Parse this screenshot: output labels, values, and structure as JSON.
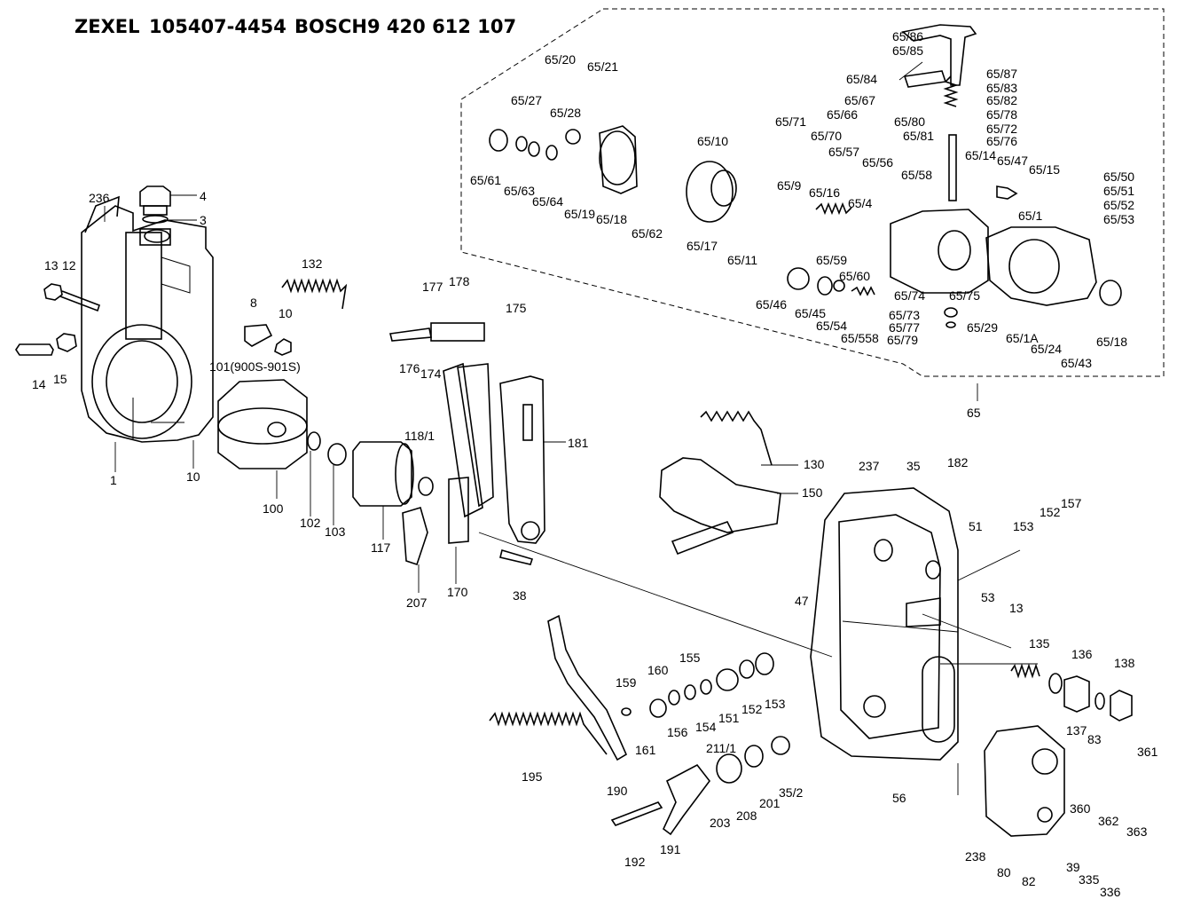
{
  "header": {
    "maker1": "ZEXEL",
    "part1": "105407-4454",
    "maker2": "BOSCH",
    "part2": "9 420 612 107"
  },
  "callouts": [
    {
      "id": "c-4",
      "text": "4"
    },
    {
      "id": "c-3",
      "text": "3"
    },
    {
      "id": "c-236",
      "text": "236"
    },
    {
      "id": "c-13a",
      "text": "13"
    },
    {
      "id": "c-12",
      "text": "12"
    },
    {
      "id": "c-14",
      "text": "14"
    },
    {
      "id": "c-15",
      "text": "15"
    },
    {
      "id": "c-1",
      "text": "1"
    },
    {
      "id": "c-10a",
      "text": "10"
    },
    {
      "id": "c-132",
      "text": "132"
    },
    {
      "id": "c-8",
      "text": "8"
    },
    {
      "id": "c-10b",
      "text": "10"
    },
    {
      "id": "c-101",
      "text": "101(900S-901S)"
    },
    {
      "id": "c-100",
      "text": "100"
    },
    {
      "id": "c-102",
      "text": "102"
    },
    {
      "id": "c-103",
      "text": "103"
    },
    {
      "id": "c-117",
      "text": "117"
    },
    {
      "id": "c-118-1",
      "text": "118/1"
    },
    {
      "id": "c-177",
      "text": "177"
    },
    {
      "id": "c-178",
      "text": "178"
    },
    {
      "id": "c-175",
      "text": "175"
    },
    {
      "id": "c-176",
      "text": "176"
    },
    {
      "id": "c-174",
      "text": "174"
    },
    {
      "id": "c-181",
      "text": "181"
    },
    {
      "id": "c-207",
      "text": "207"
    },
    {
      "id": "c-170",
      "text": "170"
    },
    {
      "id": "c-38",
      "text": "38"
    },
    {
      "id": "c-130",
      "text": "130"
    },
    {
      "id": "c-150",
      "text": "150"
    },
    {
      "id": "c-47",
      "text": "47"
    },
    {
      "id": "c-237",
      "text": "237"
    },
    {
      "id": "c-35",
      "text": "35"
    },
    {
      "id": "c-182",
      "text": "182"
    },
    {
      "id": "c-51",
      "text": "51"
    },
    {
      "id": "c-153a",
      "text": "153"
    },
    {
      "id": "c-152a",
      "text": "152"
    },
    {
      "id": "c-157",
      "text": "157"
    },
    {
      "id": "c-53",
      "text": "53"
    },
    {
      "id": "c-13b",
      "text": "13"
    },
    {
      "id": "c-135",
      "text": "135"
    },
    {
      "id": "c-136",
      "text": "136"
    },
    {
      "id": "c-138",
      "text": "138"
    },
    {
      "id": "c-137",
      "text": "137"
    },
    {
      "id": "c-83",
      "text": "83"
    },
    {
      "id": "c-361",
      "text": "361"
    },
    {
      "id": "c-360",
      "text": "360"
    },
    {
      "id": "c-362",
      "text": "362"
    },
    {
      "id": "c-363",
      "text": "363"
    },
    {
      "id": "c-238",
      "text": "238"
    },
    {
      "id": "c-80",
      "text": "80"
    },
    {
      "id": "c-82",
      "text": "82"
    },
    {
      "id": "c-39",
      "text": "39"
    },
    {
      "id": "c-335",
      "text": "335"
    },
    {
      "id": "c-336",
      "text": "336"
    },
    {
      "id": "c-56",
      "text": "56"
    },
    {
      "id": "c-155",
      "text": "155"
    },
    {
      "id": "c-160",
      "text": "160"
    },
    {
      "id": "c-159",
      "text": "159"
    },
    {
      "id": "c-156",
      "text": "156"
    },
    {
      "id": "c-154",
      "text": "154"
    },
    {
      "id": "c-151",
      "text": "151"
    },
    {
      "id": "c-152b",
      "text": "152"
    },
    {
      "id": "c-153b",
      "text": "153"
    },
    {
      "id": "c-161",
      "text": "161"
    },
    {
      "id": "c-211-1",
      "text": "211/1"
    },
    {
      "id": "c-195",
      "text": "195"
    },
    {
      "id": "c-190",
      "text": "190"
    },
    {
      "id": "c-192",
      "text": "192"
    },
    {
      "id": "c-191",
      "text": "191"
    },
    {
      "id": "c-203",
      "text": "203"
    },
    {
      "id": "c-208",
      "text": "208"
    },
    {
      "id": "c-201",
      "text": "201"
    },
    {
      "id": "c-35-2",
      "text": "35/2"
    },
    {
      "id": "c-65",
      "text": "65"
    },
    {
      "id": "c-65-86",
      "text": "65/86"
    },
    {
      "id": "c-65-85",
      "text": "65/85"
    },
    {
      "id": "c-65-84",
      "text": "65/84"
    },
    {
      "id": "c-65-87",
      "text": "65/87"
    },
    {
      "id": "c-65-83",
      "text": "65/83"
    },
    {
      "id": "c-65-82",
      "text": "65/82"
    },
    {
      "id": "c-65-78",
      "text": "65/78"
    },
    {
      "id": "c-65-72",
      "text": "65/72"
    },
    {
      "id": "c-65-76",
      "text": "65/76"
    },
    {
      "id": "c-65-67",
      "text": "65/67"
    },
    {
      "id": "c-65-80",
      "text": "65/80"
    },
    {
      "id": "c-65-81",
      "text": "65/81"
    },
    {
      "id": "c-65-66",
      "text": "65/66"
    },
    {
      "id": "c-65-71",
      "text": "65/71"
    },
    {
      "id": "c-65-70",
      "text": "65/70"
    },
    {
      "id": "c-65-57",
      "text": "65/57"
    },
    {
      "id": "c-65-56",
      "text": "65/56"
    },
    {
      "id": "c-65-58",
      "text": "65/58"
    },
    {
      "id": "c-65-14",
      "text": "65/14"
    },
    {
      "id": "c-65-47",
      "text": "65/47"
    },
    {
      "id": "c-65-15",
      "text": "65/15"
    },
    {
      "id": "c-65-50",
      "text": "65/50"
    },
    {
      "id": "c-65-51",
      "text": "65/51"
    },
    {
      "id": "c-65-52",
      "text": "65/52"
    },
    {
      "id": "c-65-53",
      "text": "65/53"
    },
    {
      "id": "c-65-1",
      "text": "65/1"
    },
    {
      "id": "c-65-9",
      "text": "65/9"
    },
    {
      "id": "c-65-16",
      "text": "65/16"
    },
    {
      "id": "c-65-4",
      "text": "65/4"
    },
    {
      "id": "c-65-59",
      "text": "65/59"
    },
    {
      "id": "c-65-60",
      "text": "65/60"
    },
    {
      "id": "c-65-74",
      "text": "65/74"
    },
    {
      "id": "c-65-75",
      "text": "65/75"
    },
    {
      "id": "c-65-73",
      "text": "65/73"
    },
    {
      "id": "c-65-77",
      "text": "65/77"
    },
    {
      "id": "c-65-79",
      "text": "65/79"
    },
    {
      "id": "c-65-29",
      "text": "65/29"
    },
    {
      "id": "c-65-1a",
      "text": "65/1A"
    },
    {
      "id": "c-65-24",
      "text": "65/24"
    },
    {
      "id": "c-65-43",
      "text": "65/43"
    },
    {
      "id": "c-65-18b",
      "text": "65/18"
    },
    {
      "id": "c-65-46",
      "text": "65/46"
    },
    {
      "id": "c-65-45",
      "text": "65/45"
    },
    {
      "id": "c-65-54",
      "text": "65/54"
    },
    {
      "id": "c-65-558",
      "text": "65/558"
    },
    {
      "id": "c-65-20",
      "text": "65/20"
    },
    {
      "id": "c-65-21",
      "text": "65/21"
    },
    {
      "id": "c-65-27",
      "text": "65/27"
    },
    {
      "id": "c-65-28",
      "text": "65/28"
    },
    {
      "id": "c-65-10",
      "text": "65/10"
    },
    {
      "id": "c-65-61",
      "text": "65/61"
    },
    {
      "id": "c-65-63",
      "text": "65/63"
    },
    {
      "id": "c-65-64",
      "text": "65/64"
    },
    {
      "id": "c-65-19",
      "text": "65/19"
    },
    {
      "id": "c-65-18a",
      "text": "65/18"
    },
    {
      "id": "c-65-62",
      "text": "65/62"
    },
    {
      "id": "c-65-17",
      "text": "65/17"
    },
    {
      "id": "c-65-11",
      "text": "65/11"
    }
  ]
}
